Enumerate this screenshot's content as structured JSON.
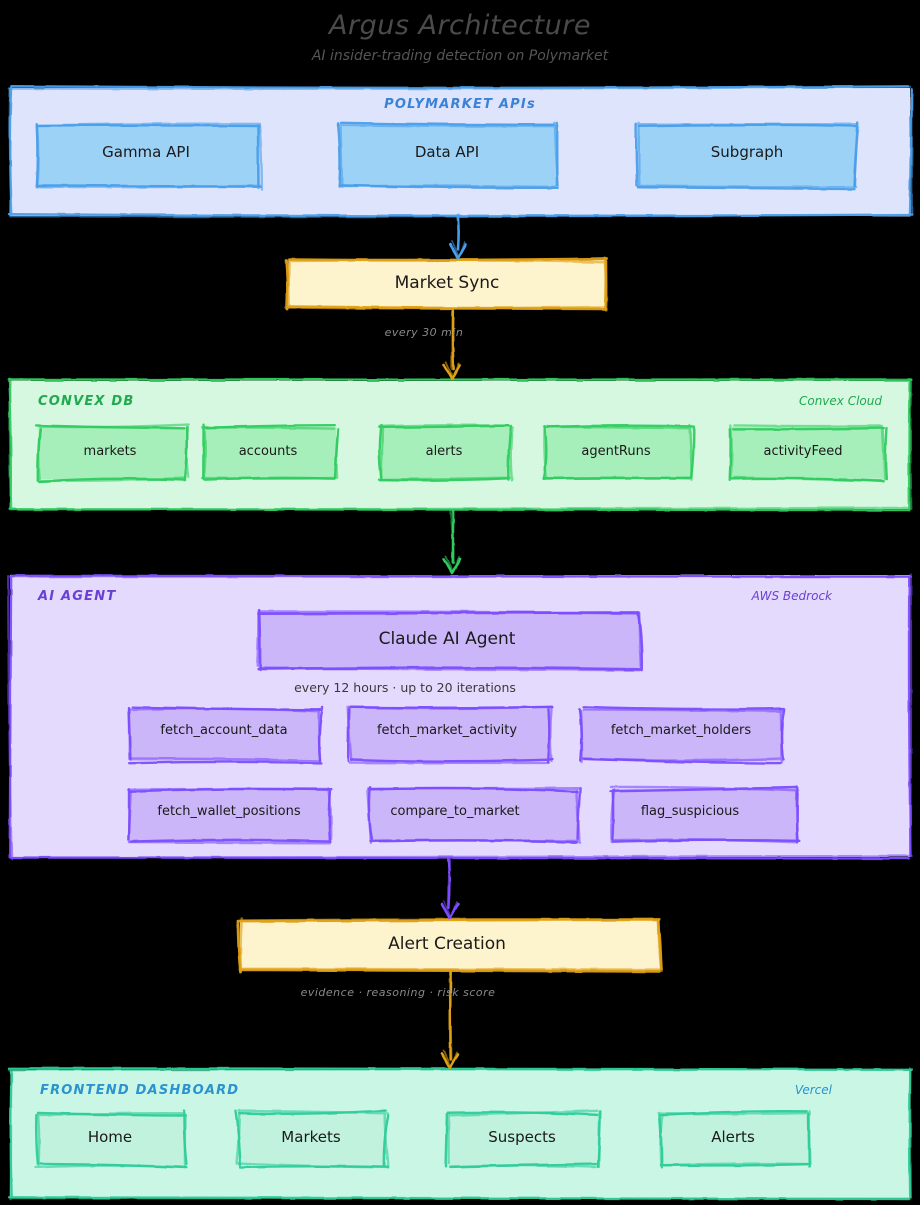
{
  "header": {
    "title": "Argus Architecture",
    "subtitle": "AI insider-trading detection on Polymarket"
  },
  "colors": {
    "background": "#000000",
    "blue_fill": "#dde4fb",
    "blue_node": "#9dd2f7",
    "blue_stroke": "#4a9eea",
    "blue_label": "#3b82d6",
    "amber_fill": "#fdf3cd",
    "amber_stroke": "#e0a013",
    "green_fill": "#d6f7e0",
    "green_node": "#a6eeba",
    "green_stroke": "#2ecc5f",
    "green_label": "#1faa4d",
    "purple_fill": "#e3dafd",
    "purple_node": "#cbb6f9",
    "purple_stroke": "#7c4dff",
    "purple_label": "#6b3fd4",
    "teal_fill": "#c9f6e5",
    "teal_node": "#c0f2de",
    "teal_stroke": "#2ecc9a",
    "teal_label": "#2a93d0",
    "edge_label": "#8a8a8a"
  },
  "groups": {
    "polymarket": {
      "title": "POLYMARKET APIs",
      "nodes": [
        {
          "label": "Gamma API"
        },
        {
          "label": "Data API"
        },
        {
          "label": "Subgraph"
        }
      ]
    },
    "convex": {
      "title": "CONVEX DB",
      "provider": "Convex Cloud",
      "nodes": [
        {
          "label": "markets"
        },
        {
          "label": "accounts"
        },
        {
          "label": "alerts"
        },
        {
          "label": "agentRuns"
        },
        {
          "label": "activityFeed"
        }
      ]
    },
    "agent": {
      "title": "AI AGENT",
      "provider": "AWS Bedrock",
      "main_node": "Claude AI Agent",
      "caption": "every 12 hours · up to 20 iterations",
      "tools": [
        {
          "label": "fetch_account_data"
        },
        {
          "label": "fetch_market_activity"
        },
        {
          "label": "fetch_market_holders"
        },
        {
          "label": "fetch_wallet_positions"
        },
        {
          "label": "compare_to_market"
        },
        {
          "label": "flag_suspicious"
        }
      ]
    },
    "frontend": {
      "title": "FRONTEND DASHBOARD",
      "provider": "Vercel",
      "nodes": [
        {
          "label": "Home"
        },
        {
          "label": "Markets"
        },
        {
          "label": "Suspects"
        },
        {
          "label": "Alerts"
        }
      ]
    }
  },
  "standalone_nodes": {
    "market_sync": "Market Sync",
    "alert_creation": "Alert Creation"
  },
  "edges": [
    {
      "from": "polymarket",
      "to": "market_sync",
      "label": "",
      "color": "#4a9eea"
    },
    {
      "from": "market_sync",
      "to": "convex",
      "label": "every 30 min",
      "color": "#e0a013"
    },
    {
      "from": "convex",
      "to": "agent",
      "label": "",
      "color": "#2ecc5f"
    },
    {
      "from": "agent",
      "to": "alert_creation",
      "label": "",
      "color": "#7c4dff"
    },
    {
      "from": "alert_creation",
      "to": "frontend",
      "label": "evidence · reasoning · risk score",
      "color": "#e0a013"
    }
  ]
}
